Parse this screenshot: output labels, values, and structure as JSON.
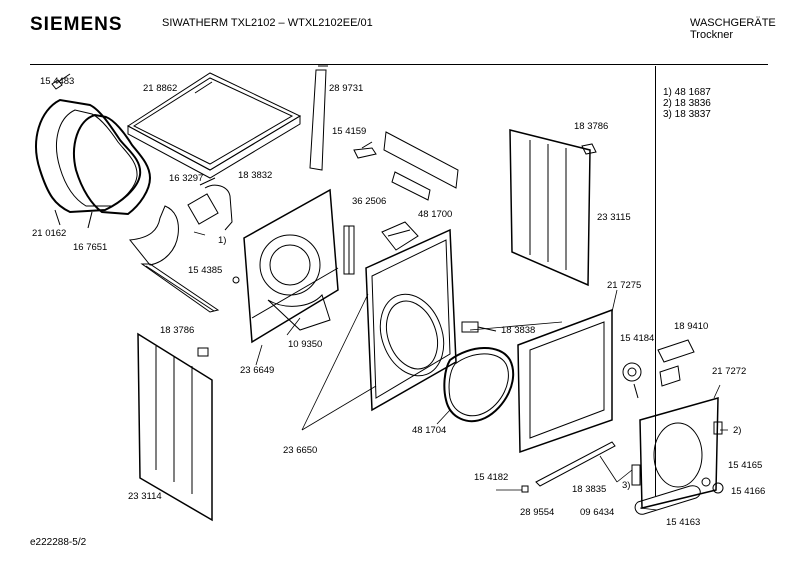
{
  "header": {
    "brand": "SIEMENS",
    "model": "SIWATHERM TXL2102 – WTXL2102EE/01",
    "category": "WASCHGERÄTE",
    "subcategory": "Trockner"
  },
  "notes": [
    "1)  48 1687",
    "2)  18 3836",
    "3)  18 3837"
  ],
  "parts": [
    {
      "id": "p1",
      "text": "15 4483"
    },
    {
      "id": "p2",
      "text": "21 8862"
    },
    {
      "id": "p3",
      "text": "28 9731"
    },
    {
      "id": "p4",
      "text": "15 4159"
    },
    {
      "id": "p5",
      "text": "18 3786"
    },
    {
      "id": "p6",
      "text": "16 3297"
    },
    {
      "id": "p7",
      "text": "18 3832"
    },
    {
      "id": "p8",
      "text": "36 2506"
    },
    {
      "id": "p9",
      "text": "48 1700"
    },
    {
      "id": "p10",
      "text": "23 3115"
    },
    {
      "id": "p11",
      "text": "21 0162"
    },
    {
      "id": "p12",
      "text": "16 7651"
    },
    {
      "id": "p13",
      "text": "1)"
    },
    {
      "id": "p14",
      "text": "15 4385"
    },
    {
      "id": "p15",
      "text": "21 7275"
    },
    {
      "id": "p16",
      "text": "18 3838"
    },
    {
      "id": "p17",
      "text": "18 3786"
    },
    {
      "id": "p18",
      "text": "10 9350"
    },
    {
      "id": "p19",
      "text": "23 6649"
    },
    {
      "id": "p20",
      "text": "15 4184"
    },
    {
      "id": "p21",
      "text": "18 9410"
    },
    {
      "id": "p22",
      "text": "21 7272"
    },
    {
      "id": "p23",
      "text": "48 1704"
    },
    {
      "id": "p24",
      "text": "2)"
    },
    {
      "id": "p25",
      "text": "23 6650"
    },
    {
      "id": "p26",
      "text": "15 4182"
    },
    {
      "id": "p27",
      "text": "15 4165"
    },
    {
      "id": "p28",
      "text": "18 3835"
    },
    {
      "id": "p29",
      "text": "3)"
    },
    {
      "id": "p30",
      "text": "15 4166"
    },
    {
      "id": "p31",
      "text": "23 3114"
    },
    {
      "id": "p32",
      "text": "28 9554"
    },
    {
      "id": "p33",
      "text": "09 6434"
    },
    {
      "id": "p34",
      "text": "15 4163"
    }
  ],
  "footer": {
    "drawing_id": "e222288-5/2"
  }
}
